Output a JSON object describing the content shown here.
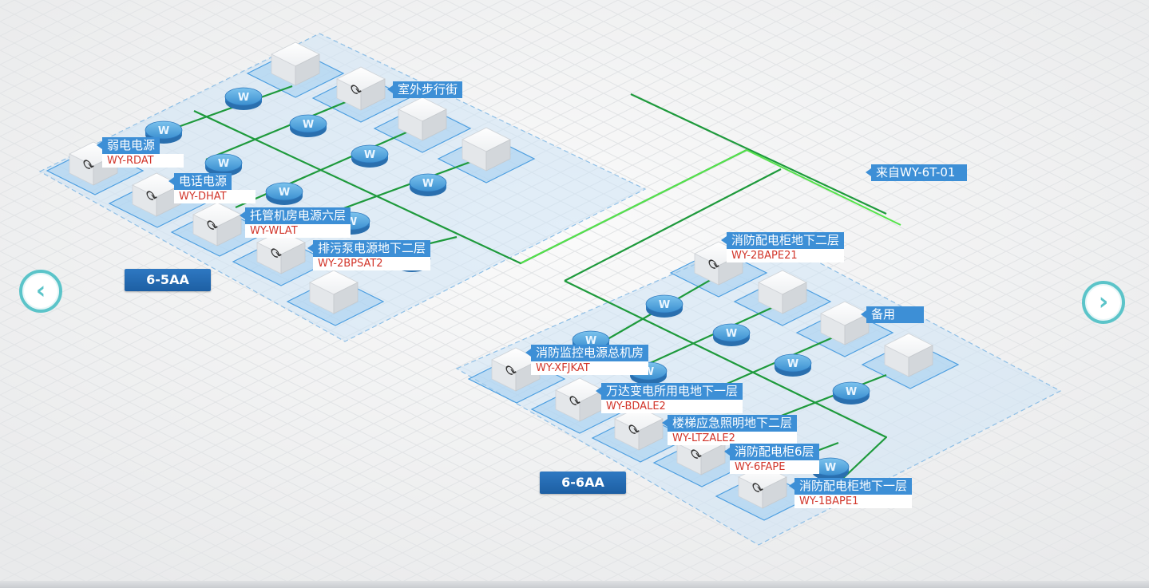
{
  "zones": [
    {
      "label": "6-5AA"
    },
    {
      "label": "6-6AA"
    }
  ],
  "incoming": {
    "label": "来自WY-6T-01"
  },
  "spare": {
    "label": "备用"
  },
  "outdoor": {
    "label": "室外步行街"
  },
  "devices_6_5AA": [
    {
      "name": "弱电电源",
      "code": "WY-RDAT"
    },
    {
      "name": "电话电源",
      "code": "WY-DHAT"
    },
    {
      "name": "托管机房电源六层",
      "code": "WY-WLAT"
    },
    {
      "name": "排污泵电源地下二层",
      "code": "WY-2BPSAT2"
    }
  ],
  "devices_6_6AA": [
    {
      "name": "消防配电柜地下二层",
      "code": "WY-2BAPE21"
    },
    {
      "name": "消防监控电源总机房",
      "code": "WY-XFJKAT"
    },
    {
      "name": "万达变电所用电地下一层",
      "code": "WY-BDALE2"
    },
    {
      "name": "楼梯应急照明地下二层",
      "code": "WY-LTZALE2"
    },
    {
      "name": "消防配电柜6层",
      "code": "WY-6FAPE"
    },
    {
      "name": "消防配电柜地下一层",
      "code": "WY-1BAPE1"
    }
  ],
  "router_glyph": "W",
  "switch_glyph": "⟳",
  "nav": {
    "prev": "‹",
    "next": "›"
  },
  "colors": {
    "line_dark": "#1e9a3c",
    "line_light": "#55e34a",
    "label_blue": "#3d8fd6",
    "code_red": "#d2352a",
    "zone_blue": "#2066ad",
    "nav_teal": "#5bc4c9"
  }
}
